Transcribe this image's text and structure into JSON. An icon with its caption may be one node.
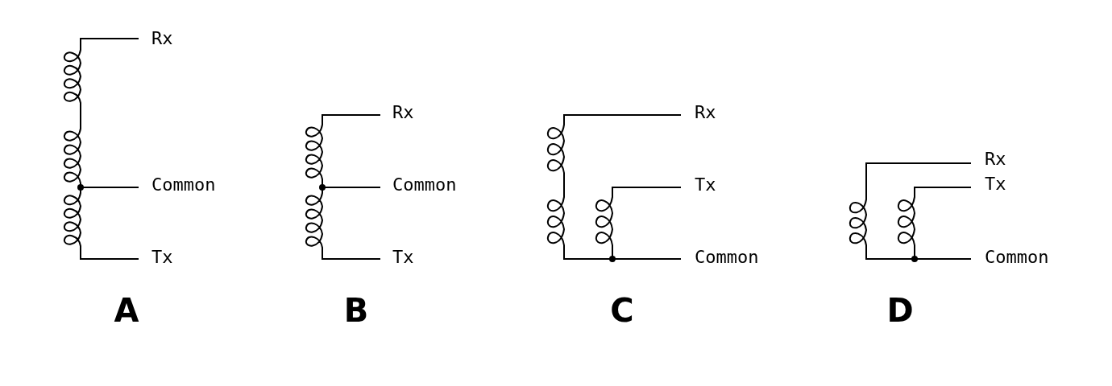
{
  "diagram": {
    "labels": [
      "Rx",
      "Common",
      "Tx",
      "A",
      "Rx",
      "Common",
      "Tx",
      "B",
      "Rx",
      "Tx",
      "Common",
      "C",
      "Rx",
      "Tx",
      "Common",
      "D"
    ]
  }
}
